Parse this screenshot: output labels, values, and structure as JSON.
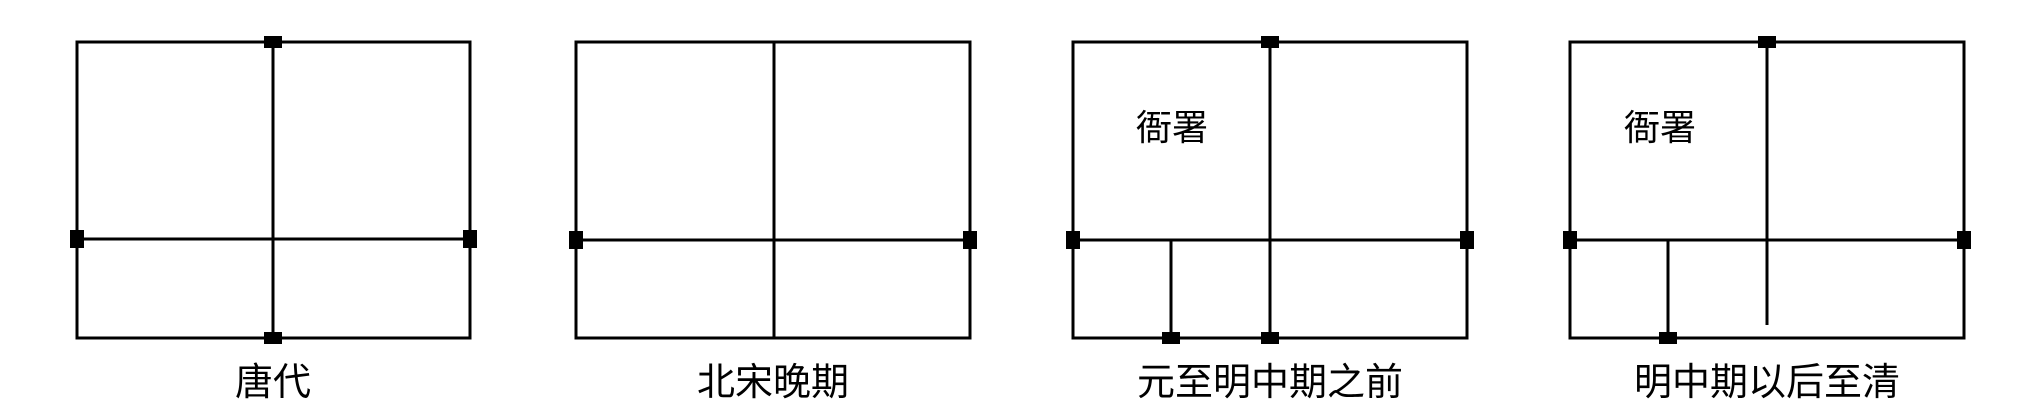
{
  "colors": {
    "stroke": "#000000",
    "background": "#ffffff"
  },
  "panels": [
    {
      "label": "唐代",
      "inner_label": "",
      "lines": [
        "vertical-full",
        "horizontal-full"
      ],
      "markers": [
        "top-center",
        "bottom-center",
        "left-mid",
        "right-mid"
      ]
    },
    {
      "label": "北宋晚期",
      "inner_label": "",
      "lines": [
        "vertical-full",
        "horizontal-full"
      ],
      "markers": [
        "left-mid",
        "right-mid"
      ]
    },
    {
      "label": "元至明中期之前",
      "inner_label": "衙署",
      "lines": [
        "vertical-full",
        "horizontal-full",
        "vertical-lower-left"
      ],
      "markers": [
        "top-center",
        "bottom-center",
        "bottom-left",
        "left-mid",
        "right-mid"
      ]
    },
    {
      "label": "明中期以后至清",
      "inner_label": "衙署",
      "lines": [
        "vertical-partial",
        "horizontal-full",
        "vertical-lower-left"
      ],
      "markers": [
        "top-center",
        "bottom-left",
        "left-mid",
        "right-mid"
      ]
    }
  ]
}
